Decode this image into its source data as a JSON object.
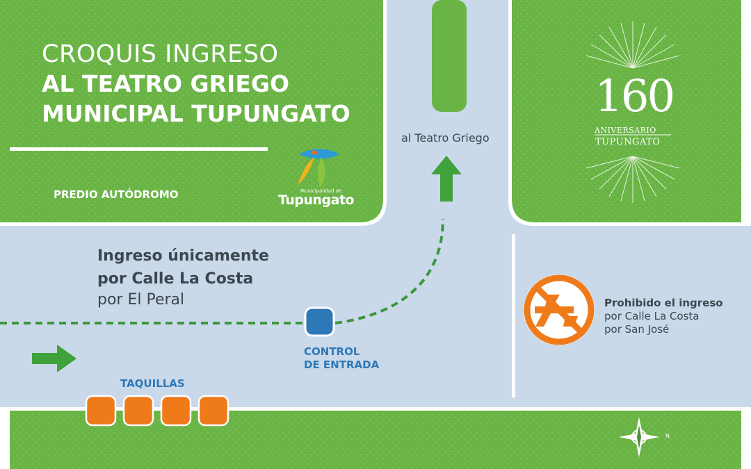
{
  "title": {
    "line1": "CROQUIS INGRESO",
    "line2": "AL TEATRO GRIEGO",
    "line3": "MUNICIPAL TUPUNGATO"
  },
  "predio_label": "PREDIO AUTÓDROMO",
  "logo": {
    "small_text": "Municipalidad de",
    "name": "Tupungato"
  },
  "direction_label": "al Teatro Griego",
  "ingreso": {
    "line1": "Ingreso únicamente",
    "line2": "por Calle La Costa",
    "line3": "por El Peral"
  },
  "control": {
    "line1": "CONTROL",
    "line2": "DE ENTRADA"
  },
  "taquillas_label": "TAQUILLAS",
  "taquillas_count": 4,
  "prohibido": {
    "line1": "Prohibido el ingreso",
    "line2": "por Calle La Costa",
    "line3": "por San José"
  },
  "anniversary": {
    "number": "160",
    "line1": "ANIVERSARIO",
    "line2": "TUPUNGATO"
  },
  "compass_label": "N",
  "colors": {
    "grass": "#6ab446",
    "road": "#c9d9ea",
    "arrow_green": "#3fa23a",
    "route_dash": "#3c963c",
    "control_blue": "#2d78b7",
    "booth_orange": "#ef7a1a",
    "text_dark": "#3d4650"
  },
  "icons": [
    "right-arrow-icon",
    "up-arrow-icon",
    "no-entry-icon",
    "compass-icon",
    "tupungato-logo-icon",
    "sunburst-icon"
  ]
}
